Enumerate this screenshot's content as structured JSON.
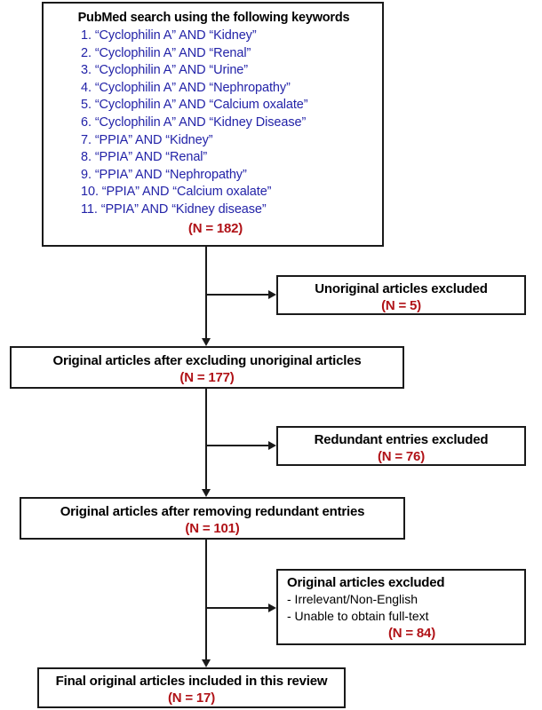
{
  "diagram": {
    "type": "prisma-flow-chart",
    "colors": {
      "text": "#000000",
      "keyword": "#2323a8",
      "count": "#b01217",
      "border": "#1a1a1a",
      "background": "#ffffff"
    },
    "search_box": {
      "title": "PubMed search using the following keywords",
      "keywords": [
        "“Cyclophilin A” AND “Kidney”",
        "“Cyclophilin A” AND “Renal”",
        "“Cyclophilin A” AND “Urine”",
        "“Cyclophilin A” AND “Nephropathy”",
        "“Cyclophilin A” AND “Calcium oxalate”",
        "“Cyclophilin A” AND “Kidney Disease”",
        "“PPIA” AND “Kidney”",
        "“PPIA” AND “Renal”",
        "“PPIA” AND “Nephropathy”",
        "“PPIA” AND “Calcium oxalate”",
        "“PPIA” AND “Kidney disease”"
      ],
      "count": "(N = 182)"
    },
    "unoriginal_excluded": {
      "title": "Unoriginal articles excluded",
      "count": "(N = 5)"
    },
    "after_unoriginal": {
      "title": "Original articles after excluding unoriginal articles",
      "count": "(N = 177)"
    },
    "redundant_excluded": {
      "title": "Redundant entries excluded",
      "count": "(N = 76)"
    },
    "after_redundant": {
      "title": "Original articles after removing redundant entries",
      "count": "(N = 101)"
    },
    "original_excluded": {
      "title": "Original articles excluded",
      "reasons": [
        "- Irrelevant/Non-English",
        "- Unable to obtain full-text"
      ],
      "count": "(N = 84)"
    },
    "final_included": {
      "title": "Final original articles included in this review",
      "count": "(N = 17)"
    }
  }
}
